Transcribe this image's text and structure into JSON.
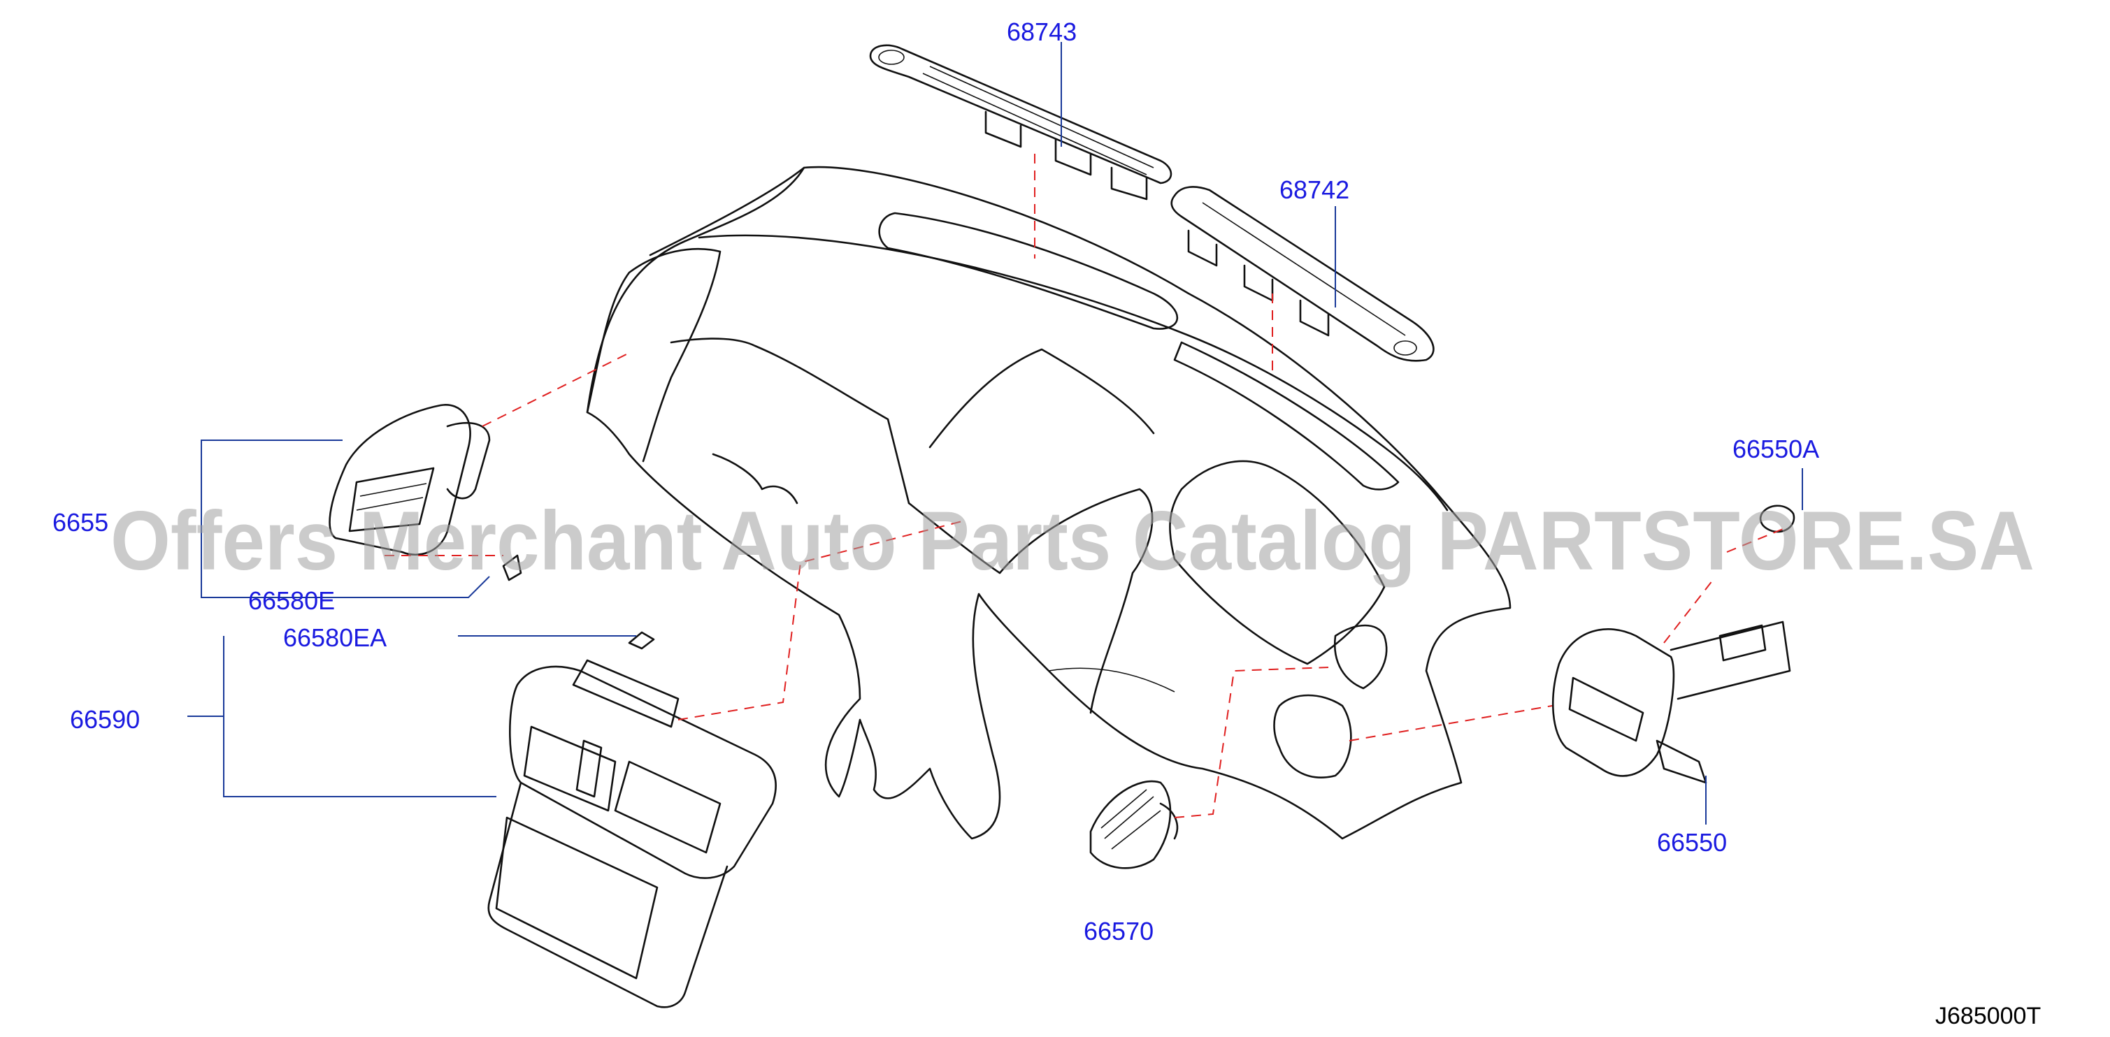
{
  "diagram": {
    "labels": {
      "p68743": "68743",
      "p68742": "68742",
      "p6655": "6655",
      "p66580E": "66580E",
      "p66580EA": "66580EA",
      "p66590": "66590",
      "p66570": "66570",
      "p66550A": "66550A",
      "p66550": "66550"
    },
    "watermark": "Offers Merchant Auto Parts Catalog PARTSTORE.SA",
    "diagram_code": "J685000T",
    "colors": {
      "label": "#1a1ae0",
      "leader": "#1a3a9a",
      "dashed": "#e02020",
      "watermark": "#a0a0a0"
    }
  }
}
